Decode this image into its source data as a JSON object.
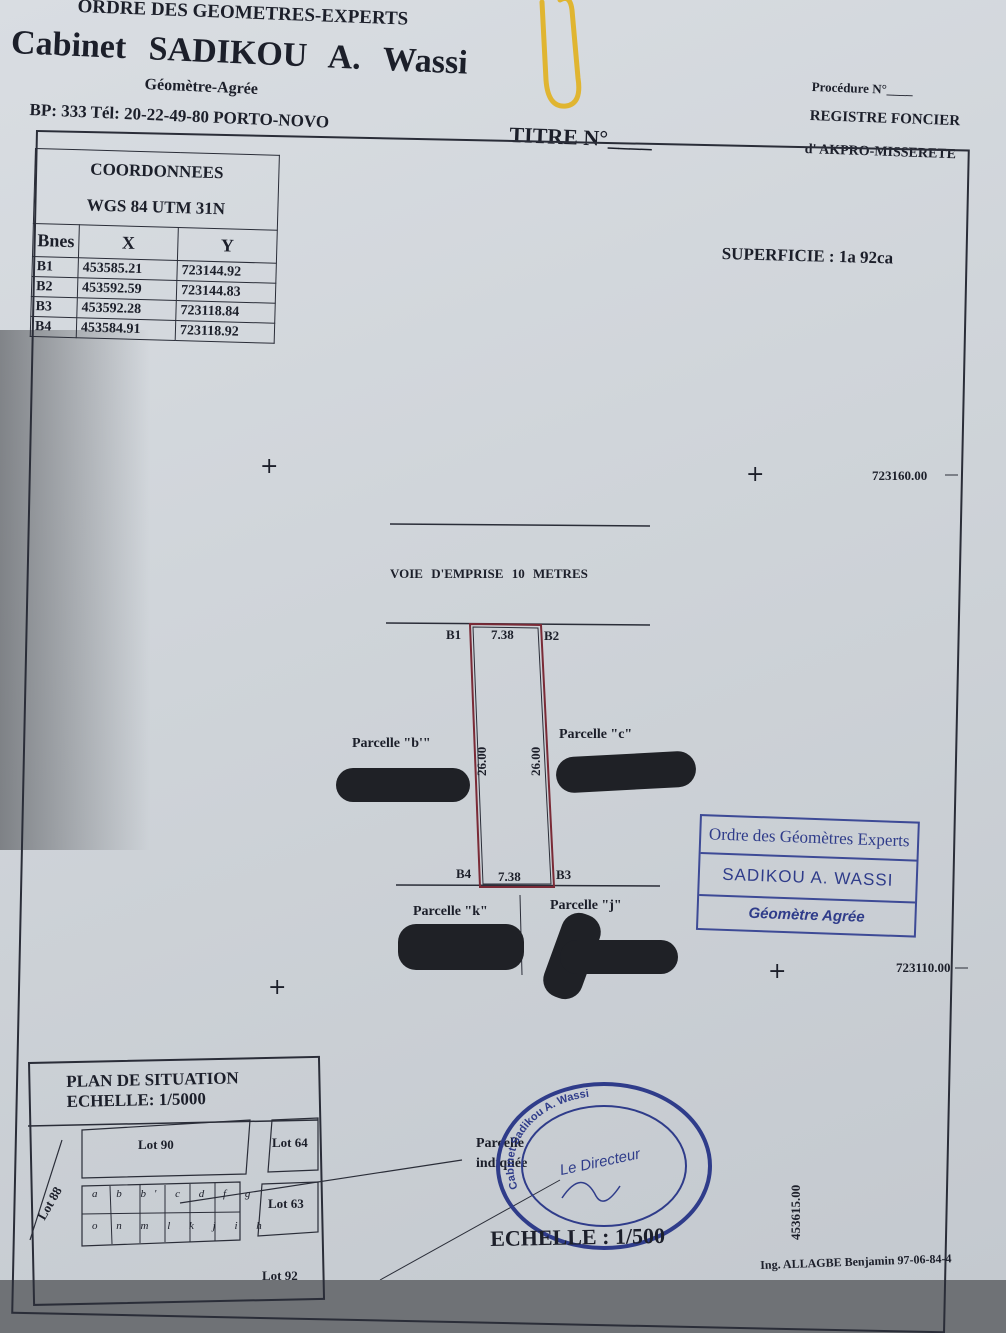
{
  "header": {
    "order_line": "ORDRE DES GEOMETRES-EXPERTS",
    "cabinet_name": "Cabinet SADIKOU A. Wassi",
    "cabinet_subtitle": "Géomètre-Agrée",
    "contact": "BP: 333 Tél: 20-22-49-80 PORTO-NOVO",
    "titre": "TITRE N°____",
    "procedure": "Procédure N°____",
    "registre": "REGISTRE FONCIER",
    "registre_place": "d' AKPRO-MISSERETE"
  },
  "coordinates": {
    "title_line1": "COORDONNEES",
    "title_line2": "WGS 84  UTM 31N",
    "headers": [
      "Bnes",
      "X",
      "Y"
    ],
    "rows": [
      {
        "bne": "B1",
        "x": "453585.21",
        "y": "723144.92"
      },
      {
        "bne": "B2",
        "x": "453592.59",
        "y": "723144.83"
      },
      {
        "bne": "B3",
        "x": "453592.28",
        "y": "723118.84"
      },
      {
        "bne": "B4",
        "x": "453584.91",
        "y": "723118.92"
      }
    ]
  },
  "superficie": "SUPERFICIE :  1a 92ca",
  "grid": {
    "y_top": "723160.00",
    "y_bottom": "723110.00",
    "x_right": "453615.00"
  },
  "plan": {
    "road_label": "VOIE  D'EMPRISE  10  METRES",
    "corners": [
      "B1",
      "B2",
      "B3",
      "B4"
    ],
    "dim_top": "7.38",
    "dim_bottom": "7.38",
    "dim_left": "26.00",
    "dim_right": "26.00",
    "parcel_b": "Parcelle \"b'\"",
    "parcel_c": "Parcelle \"c\"",
    "parcel_k": "Parcelle \"k\"",
    "parcel_j": "Parcelle \"j\""
  },
  "stamp_rect": {
    "line1": "Ordre des Géomètres Experts",
    "line2": "SADIKOU A. WASSI",
    "line3": "Géomètre Agrée"
  },
  "stamp_round": {
    "ring_text": "Cabinet Sadikou A. Wassi",
    "center_text": "Le Directeur"
  },
  "situation": {
    "title": "PLAN DE SITUATION",
    "scale": "ECHELLE: 1/5000",
    "lot_90": "Lot 90",
    "lot_64": "Lot 64",
    "lot_63": "Lot 63",
    "lot_88": "Lot 88",
    "lot_92": "Lot 92",
    "parcel_note": "Parcelle indiquée",
    "cells": [
      "a",
      "b",
      "b'",
      "c",
      "d",
      "f",
      "g",
      "o",
      "n",
      "m",
      "l",
      "k",
      "j",
      "i",
      "h"
    ]
  },
  "footer": {
    "echelle": "ECHELLE : 1/500",
    "engineer": "Ing. ALLAGBE Benjamin 97-06-84-4"
  }
}
